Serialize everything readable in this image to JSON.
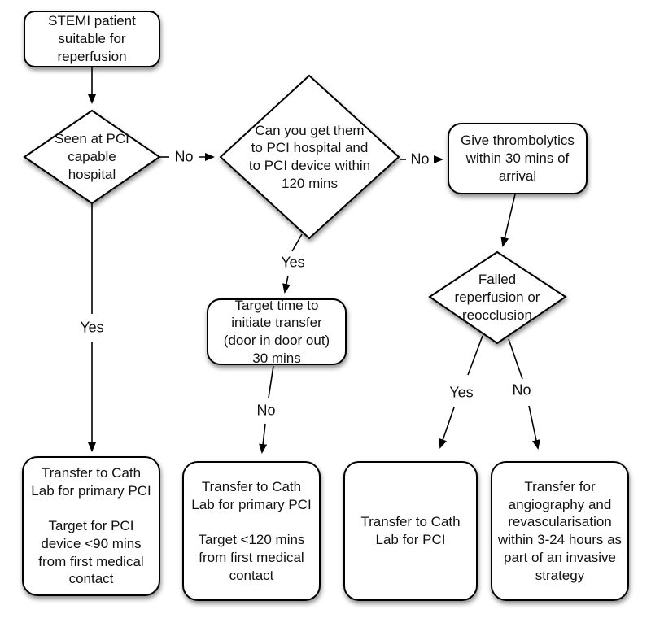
{
  "diagram": {
    "title": "STEMI reperfusion pathway",
    "colors": {
      "shape_fill": "#ffffff",
      "shape_stroke": "#000000",
      "text": "#111111"
    },
    "nodes": {
      "start": {
        "type": "rounded-rect",
        "label": "STEMI patient\nsuitable for\nreperfusion"
      },
      "pci_capable": {
        "type": "decision",
        "label": "Seen at PCI\ncapable\nhospital"
      },
      "transfer_120": {
        "type": "decision",
        "label": "Can you get them\nto PCI hospital and\nto PCI device within\n120 mins"
      },
      "thrombolytics": {
        "type": "rounded-rect",
        "label": "Give thrombolytics\nwithin 30 mins of\narrival"
      },
      "failed_reperfusion": {
        "type": "decision",
        "label": "Failed\nreperfusion or\nreocclusion"
      },
      "target_transfer": {
        "type": "rounded-rect",
        "label": "Target time to\ninitiate transfer\n(door in door out)\n30 mins"
      },
      "primary_pci_90": {
        "type": "rounded-rect",
        "label": "Transfer to Cath\nLab for primary PCI\n\nTarget for PCI\ndevice <90 mins\nfrom first medical\ncontact"
      },
      "primary_pci_120": {
        "type": "rounded-rect",
        "label": "Transfer to Cath\nLab for primary PCI\n\nTarget <120 mins\nfrom first medical\ncontact"
      },
      "cath_lab_pci": {
        "type": "rounded-rect",
        "label": "Transfer to Cath\nLab for PCI"
      },
      "angiography": {
        "type": "rounded-rect",
        "label": "Transfer for\nangiography and\nrevascularisation\nwithin 3-24 hours as\npart of an invasive\nstrategy"
      }
    },
    "edge_labels": {
      "no_seen_at_pci": "No",
      "yes_seen_at_pci": "Yes",
      "no_transfer_120": "No",
      "yes_transfer_120": "Yes",
      "no_target_transfer": "No",
      "yes_failed_reperfusion": "Yes",
      "no_failed_reperfusion": "No"
    }
  }
}
